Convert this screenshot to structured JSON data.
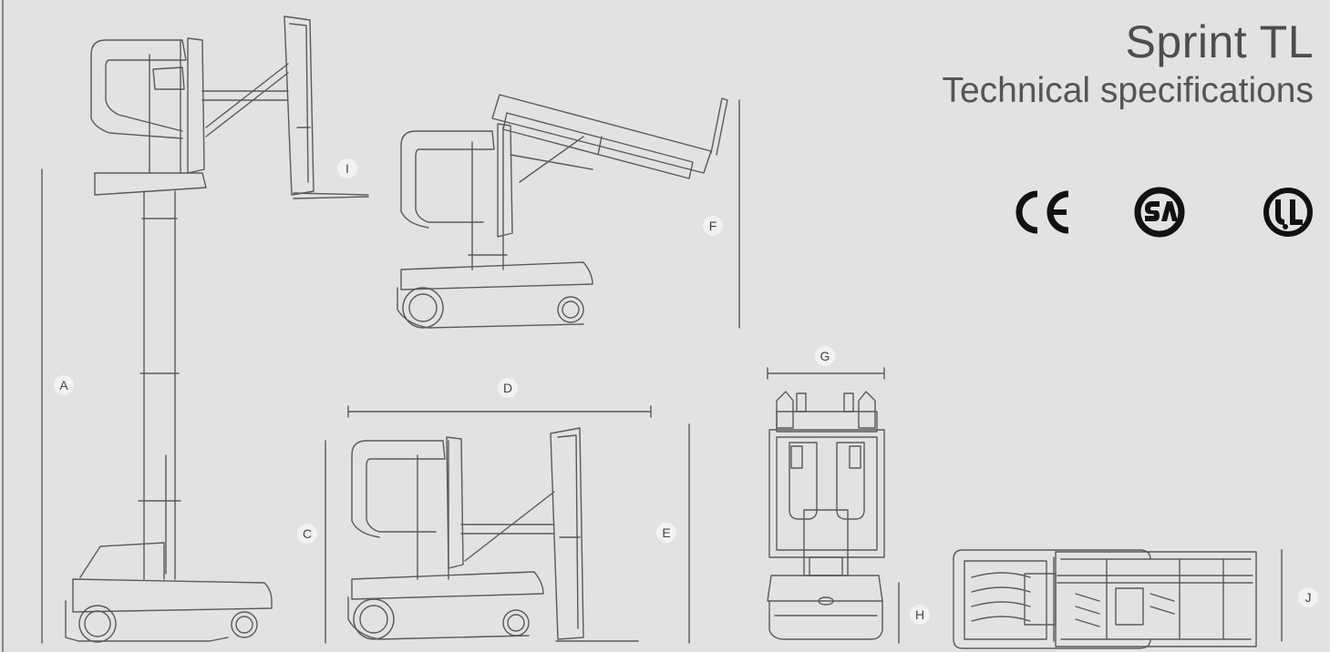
{
  "header": {
    "title": "Sprint TL",
    "subtitle": "Technical specifications"
  },
  "certifications": [
    {
      "name": "ce-mark-icon"
    },
    {
      "name": "csa-mark-icon"
    },
    {
      "name": "ul-mark-icon"
    }
  ],
  "dimension_labels": {
    "A": "A",
    "C": "C",
    "D": "D",
    "E": "E",
    "F": "F",
    "G": "G",
    "H": "H",
    "I": "I",
    "J": "J"
  },
  "colors": {
    "background": "#e2e2e2",
    "line": "#5a5a5a",
    "label_bg": "#f2f2f2"
  }
}
